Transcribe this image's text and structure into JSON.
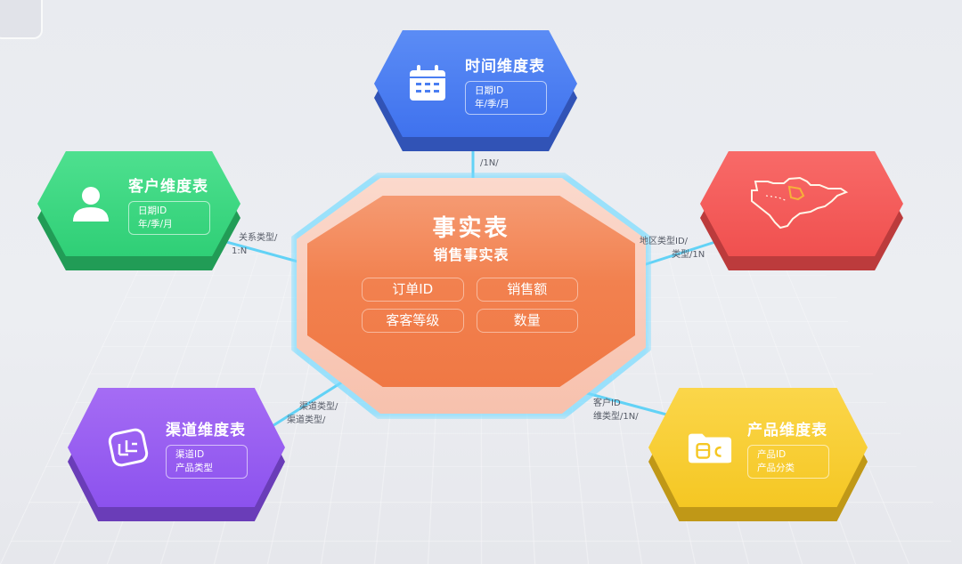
{
  "fact_table": {
    "title": "事实表",
    "subtitle": "销售事实表",
    "fields": [
      "订单ID",
      "销售额",
      "客客等级",
      "数量"
    ],
    "color": "#f2814f"
  },
  "dimensions": {
    "time": {
      "title": "时间维度表",
      "fields": [
        "日期ID",
        "年/季/月"
      ],
      "icon": "calendar-icon",
      "color": "#4a7ef2"
    },
    "customer": {
      "title": "客户维度表",
      "fields": [
        "日期ID",
        "年/季/月"
      ],
      "icon": "user-icon",
      "color": "#35d47d"
    },
    "region": {
      "title": "",
      "fields": [],
      "icon": "map-icon",
      "color": "#f25a59"
    },
    "channel": {
      "title": "渠道维度表",
      "fields": [
        "渠道ID",
        "产品类型"
      ],
      "icon": "channel-icon",
      "color": "#9459f0"
    },
    "product": {
      "title": "产品维度表",
      "fields": [
        "产品ID",
        "产品分类"
      ],
      "icon": "product-folder-icon",
      "color": "#f7cb2c"
    }
  },
  "relations": {
    "time": [
      "/1N/"
    ],
    "customer": [
      "关系类型/",
      "1:N"
    ],
    "region": [
      "地区类型ID/",
      "类型/1N"
    ],
    "channel": [
      "渠道类型/",
      "渠道类型/"
    ],
    "product": [
      "客户ID",
      "维类型/1N/"
    ]
  },
  "link_color": "#5fd0f5"
}
